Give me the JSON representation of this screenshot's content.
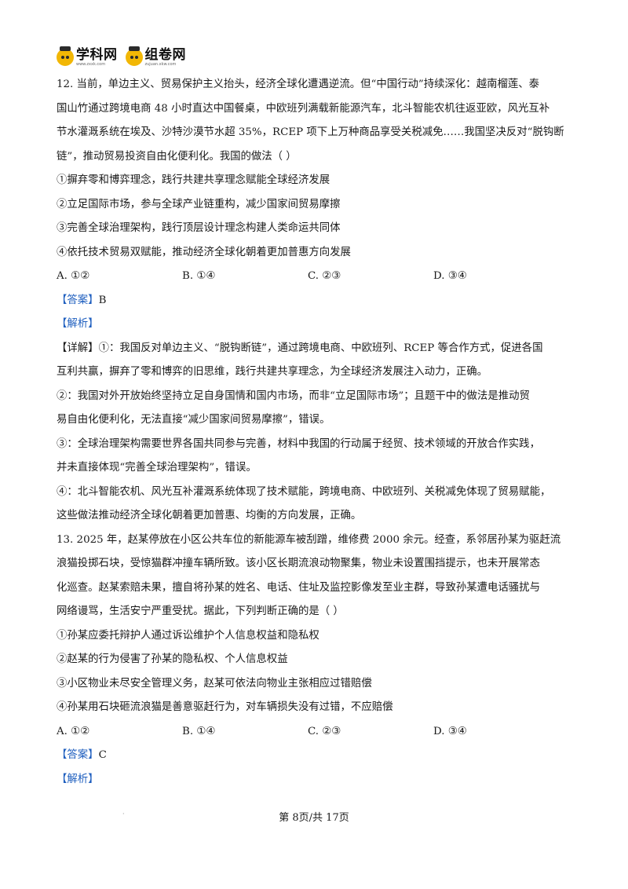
{
  "logos": {
    "left": {
      "text": "学科网",
      "url": "www.zxxk.com"
    },
    "right": {
      "text": "组卷网",
      "url": "zujuan.xkw.com"
    }
  },
  "q12": {
    "stem": [
      "12. 当前，单边主义、贸易保护主义抬头，经济全球化遭遇逆流。但“中国行动”持续深化：越南榴莲、泰",
      "国山竹通过跨境电商 48 小时直达中国餐桌，中欧班列满载新能源汽车，北斗智能农机往返亚欧，风光互补",
      "节水灌溉系统在埃及、沙特沙漠节水超 35%，RCEP 项下上万种商品享受关税减免……我国坚决反对“脱钩断",
      "链”，推动贸易投资自由化便利化。我国的做法（      ）"
    ],
    "items": [
      "①摒弃零和博弈理念，践行共建共享理念赋能全球经济发展",
      "②立足国际市场，参与全球产业链重构，减少国家间贸易摩擦",
      "③完善全球治理架构，践行顶层设计理念构建人类命运共同体",
      "④依托技术贸易双赋能，推动经济全球化朝着更加普惠方向发展"
    ],
    "options": [
      "A. ①②",
      "B. ①④",
      "C. ②③",
      "D. ③④"
    ],
    "answer_tag": "【答案】",
    "answer": "B",
    "analysis_tag": "【解析】",
    "detail": [
      "【详解】①：我国反对单边主义、“脱钩断链”，通过跨境电商、中欧班列、RCEP 等合作方式，促进各国",
      "互利共赢，摒弃了零和博弈的旧思维，践行共建共享理念，为全球经济发展注入动力，正确。",
      "②：我国对外开放始终坚持立足自身国情和国内市场，而非“立足国际市场”；且题干中的做法是推动贸",
      "易自由化便利化，无法直接“减少国家间贸易摩擦”，错误。",
      "③：全球治理架构需要世界各国共同参与完善，材料中我国的行动属于经贸、技术领域的开放合作实践，",
      "并未直接体现“完善全球治理架构”，错误。",
      "④：北斗智能农机、风光互补灌溉系统体现了技术赋能，跨境电商、中欧班列、关税减免体现了贸易赋能，",
      "这些做法推动经济全球化朝着更加普惠、均衡的方向发展，正确。"
    ]
  },
  "q13": {
    "stem": [
      "13. 2025 年，赵某停放在小区公共车位的新能源车被刮蹭，维修费 2000 余元。经查，系邻居孙某为驱赶流",
      "浪猫投掷石块，受惊猫群冲撞车辆所致。该小区长期流浪动物聚集，物业未设置围挡提示，也未开展常态",
      "化巡查。赵某索赔未果，擅自将孙某的姓名、电话、住址及监控影像发至业主群，导致孙某遭电话骚扰与",
      "网络谩骂，生活安宁严重受扰。据此，下列判断正确的是（      ）"
    ],
    "items": [
      "①孙某应委托辩护人通过诉讼维护个人信息权益和隐私权",
      "②赵某的行为侵害了孙某的隐私权、个人信息权益",
      "③小区物业未尽安全管理义务，赵某可依法向物业主张相应过错赔偿",
      "④孙某用石块砸流浪猫是善意驱赶行为，对车辆损失没有过错，不应赔偿"
    ],
    "options": [
      "A. ①②",
      "B. ①④",
      "C. ②③",
      "D. ③④"
    ],
    "answer_tag": "【答案】",
    "answer": "C",
    "analysis_tag": "【解析】"
  },
  "footer": {
    "page": "第 8页/共 17页",
    "dot": "·"
  }
}
